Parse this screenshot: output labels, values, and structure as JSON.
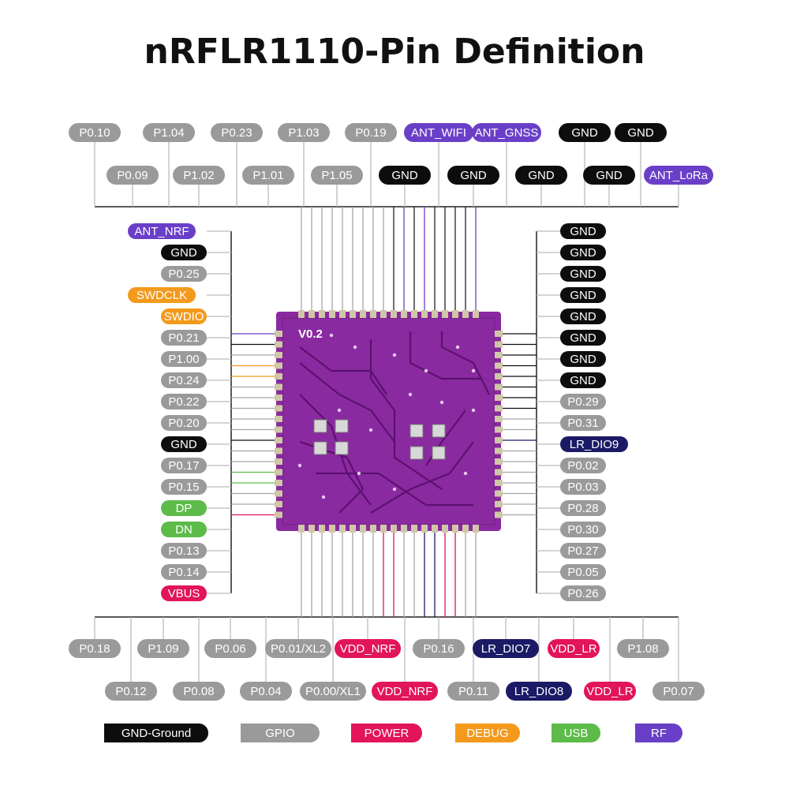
{
  "title": "nRFLR1110-Pin Definition",
  "colors": {
    "gnd": "#0d0d0d",
    "gpio": "#9a9a9a",
    "power": "#e2145a",
    "debug": "#f39a1c",
    "usb": "#5dbb4a",
    "rf": "#6a3fc8",
    "lr": "#1b1a66",
    "chip": "#8a2aa0"
  },
  "chip_label": "V0.2",
  "top_row1": [
    {
      "label": "P0.10",
      "type": "gpio"
    },
    {
      "label": "P1.04",
      "type": "gpio"
    },
    {
      "label": "P0.23",
      "type": "gpio"
    },
    {
      "label": "P1.03",
      "type": "gpio"
    },
    {
      "label": "P0.19",
      "type": "gpio"
    },
    {
      "label": "ANT_WIFI",
      "type": "rf"
    },
    {
      "label": "ANT_GNSS",
      "type": "rf"
    },
    {
      "label": "GND",
      "type": "gnd"
    },
    {
      "label": "GND",
      "type": "gnd"
    }
  ],
  "top_row2": [
    {
      "label": "P0.09",
      "type": "gpio"
    },
    {
      "label": "P1.02",
      "type": "gpio"
    },
    {
      "label": "P1.01",
      "type": "gpio"
    },
    {
      "label": "P1.05",
      "type": "gpio"
    },
    {
      "label": "GND",
      "type": "gnd"
    },
    {
      "label": "GND",
      "type": "gnd"
    },
    {
      "label": "GND",
      "type": "gnd"
    },
    {
      "label": "GND",
      "type": "gnd"
    },
    {
      "label": "ANT_LoRa",
      "type": "rf"
    }
  ],
  "left": [
    {
      "label": "ANT_NRF",
      "type": "rf"
    },
    {
      "label": "GND",
      "type": "gnd"
    },
    {
      "label": "P0.25",
      "type": "gpio"
    },
    {
      "label": "SWDCLK",
      "type": "debug"
    },
    {
      "label": "SWDIO",
      "type": "debug"
    },
    {
      "label": "P0.21",
      "type": "gpio"
    },
    {
      "label": "P1.00",
      "type": "gpio"
    },
    {
      "label": "P0.24",
      "type": "gpio"
    },
    {
      "label": "P0.22",
      "type": "gpio"
    },
    {
      "label": "P0.20",
      "type": "gpio"
    },
    {
      "label": "GND",
      "type": "gnd"
    },
    {
      "label": "P0.17",
      "type": "gpio"
    },
    {
      "label": "P0.15",
      "type": "gpio"
    },
    {
      "label": "DP",
      "type": "usb"
    },
    {
      "label": "DN",
      "type": "usb"
    },
    {
      "label": "P0.13",
      "type": "gpio"
    },
    {
      "label": "P0.14",
      "type": "gpio"
    },
    {
      "label": "VBUS",
      "type": "power"
    }
  ],
  "right": [
    {
      "label": "GND",
      "type": "gnd"
    },
    {
      "label": "GND",
      "type": "gnd"
    },
    {
      "label": "GND",
      "type": "gnd"
    },
    {
      "label": "GND",
      "type": "gnd"
    },
    {
      "label": "GND",
      "type": "gnd"
    },
    {
      "label": "GND",
      "type": "gnd"
    },
    {
      "label": "GND",
      "type": "gnd"
    },
    {
      "label": "GND",
      "type": "gnd"
    },
    {
      "label": "P0.29",
      "type": "gpio"
    },
    {
      "label": "P0.31",
      "type": "gpio"
    },
    {
      "label": "LR_DIO9",
      "type": "lr"
    },
    {
      "label": "P0.02",
      "type": "gpio"
    },
    {
      "label": "P0.03",
      "type": "gpio"
    },
    {
      "label": "P0.28",
      "type": "gpio"
    },
    {
      "label": "P0.30",
      "type": "gpio"
    },
    {
      "label": "P0.27",
      "type": "gpio"
    },
    {
      "label": "P0.05",
      "type": "gpio"
    },
    {
      "label": "P0.26",
      "type": "gpio"
    }
  ],
  "bottom_row1": [
    {
      "label": "P0.18",
      "type": "gpio"
    },
    {
      "label": "P1.09",
      "type": "gpio"
    },
    {
      "label": "P0.06",
      "type": "gpio"
    },
    {
      "label": "P0.01/XL2",
      "type": "gpio"
    },
    {
      "label": "VDD_NRF",
      "type": "power"
    },
    {
      "label": "P0.16",
      "type": "gpio"
    },
    {
      "label": "LR_DIO7",
      "type": "lr"
    },
    {
      "label": "VDD_LR",
      "type": "power"
    },
    {
      "label": "P1.08",
      "type": "gpio"
    }
  ],
  "bottom_row2": [
    {
      "label": "P0.12",
      "type": "gpio"
    },
    {
      "label": "P0.08",
      "type": "gpio"
    },
    {
      "label": "P0.04",
      "type": "gpio"
    },
    {
      "label": "P0.00/XL1",
      "type": "gpio"
    },
    {
      "label": "VDD_NRF",
      "type": "power"
    },
    {
      "label": "P0.11",
      "type": "gpio"
    },
    {
      "label": "LR_DIO8",
      "type": "lr"
    },
    {
      "label": "VDD_LR",
      "type": "power"
    },
    {
      "label": "P0.07",
      "type": "gpio"
    }
  ],
  "legend": [
    {
      "label": "GND-Ground",
      "type": "gnd"
    },
    {
      "label": "GPIO",
      "type": "gpio"
    },
    {
      "label": "POWER",
      "type": "power"
    },
    {
      "label": "DEBUG",
      "type": "debug"
    },
    {
      "label": "USB",
      "type": "usb"
    },
    {
      "label": "RF",
      "type": "rf"
    }
  ]
}
